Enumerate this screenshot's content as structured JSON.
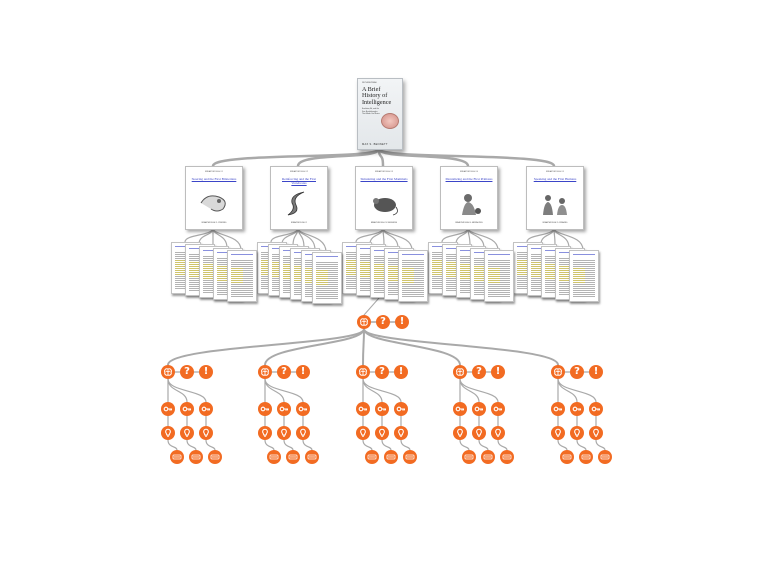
{
  "book": {
    "top_text": "RETHINK/READ",
    "title": "A Brief History of Intelligence",
    "subtitle": "Evolution, AI, and the Five Breakthroughs That Made Our Brains",
    "author": "MAX S. BENNETT"
  },
  "cards": [
    {
      "label": "BREAKTHROUGH #1",
      "title": "Steering and the First Bilaterians",
      "caption": "BREAKTHROUGH #1: STEERING",
      "image": "worm"
    },
    {
      "label": "BREAKTHROUGH #2",
      "title": "Reinforcing and the First Vertebrates",
      "caption": "BREAKTHROUGH #2",
      "image": "fish"
    },
    {
      "label": "BREAKTHROUGH #3",
      "title": "Simulating and the First Mammals",
      "caption": "BREAKTHROUGH #3: SIMULATING",
      "image": "mouse"
    },
    {
      "label": "BREAKTHROUGH #4",
      "title": "Mentalizing and the First Primates",
      "caption": "BREAKTHROUGH #4: MENTALIZING",
      "image": "monkey"
    },
    {
      "label": "BREAKTHROUGH #5",
      "title": "Speaking and the First Humans",
      "caption": "BREAKTHROUGH #5: SPEAKING",
      "image": "humans"
    }
  ],
  "pages_per_chapter": [
    5,
    6,
    5,
    5,
    5
  ],
  "icon_tree": {
    "top_row": [
      "brain-icon",
      "question-icon",
      "exclamation-icon"
    ],
    "branch_row": [
      "brain-icon",
      "question-icon",
      "exclamation-icon"
    ],
    "key_row": [
      "key-icon",
      "key-icon",
      "key-icon"
    ],
    "bulb_row": [
      "lightbulb-icon",
      "lightbulb-icon",
      "lightbulb-icon"
    ],
    "dots_row": [
      "ellipsis-icon",
      "ellipsis-icon",
      "ellipsis-icon"
    ],
    "glyphs": {
      "question": "?",
      "exclamation": "!"
    },
    "branches": 5
  },
  "colors": {
    "icon_fill": "#f26b22",
    "connector": "#a9a9a9",
    "link_blue": "#3b45c8"
  }
}
